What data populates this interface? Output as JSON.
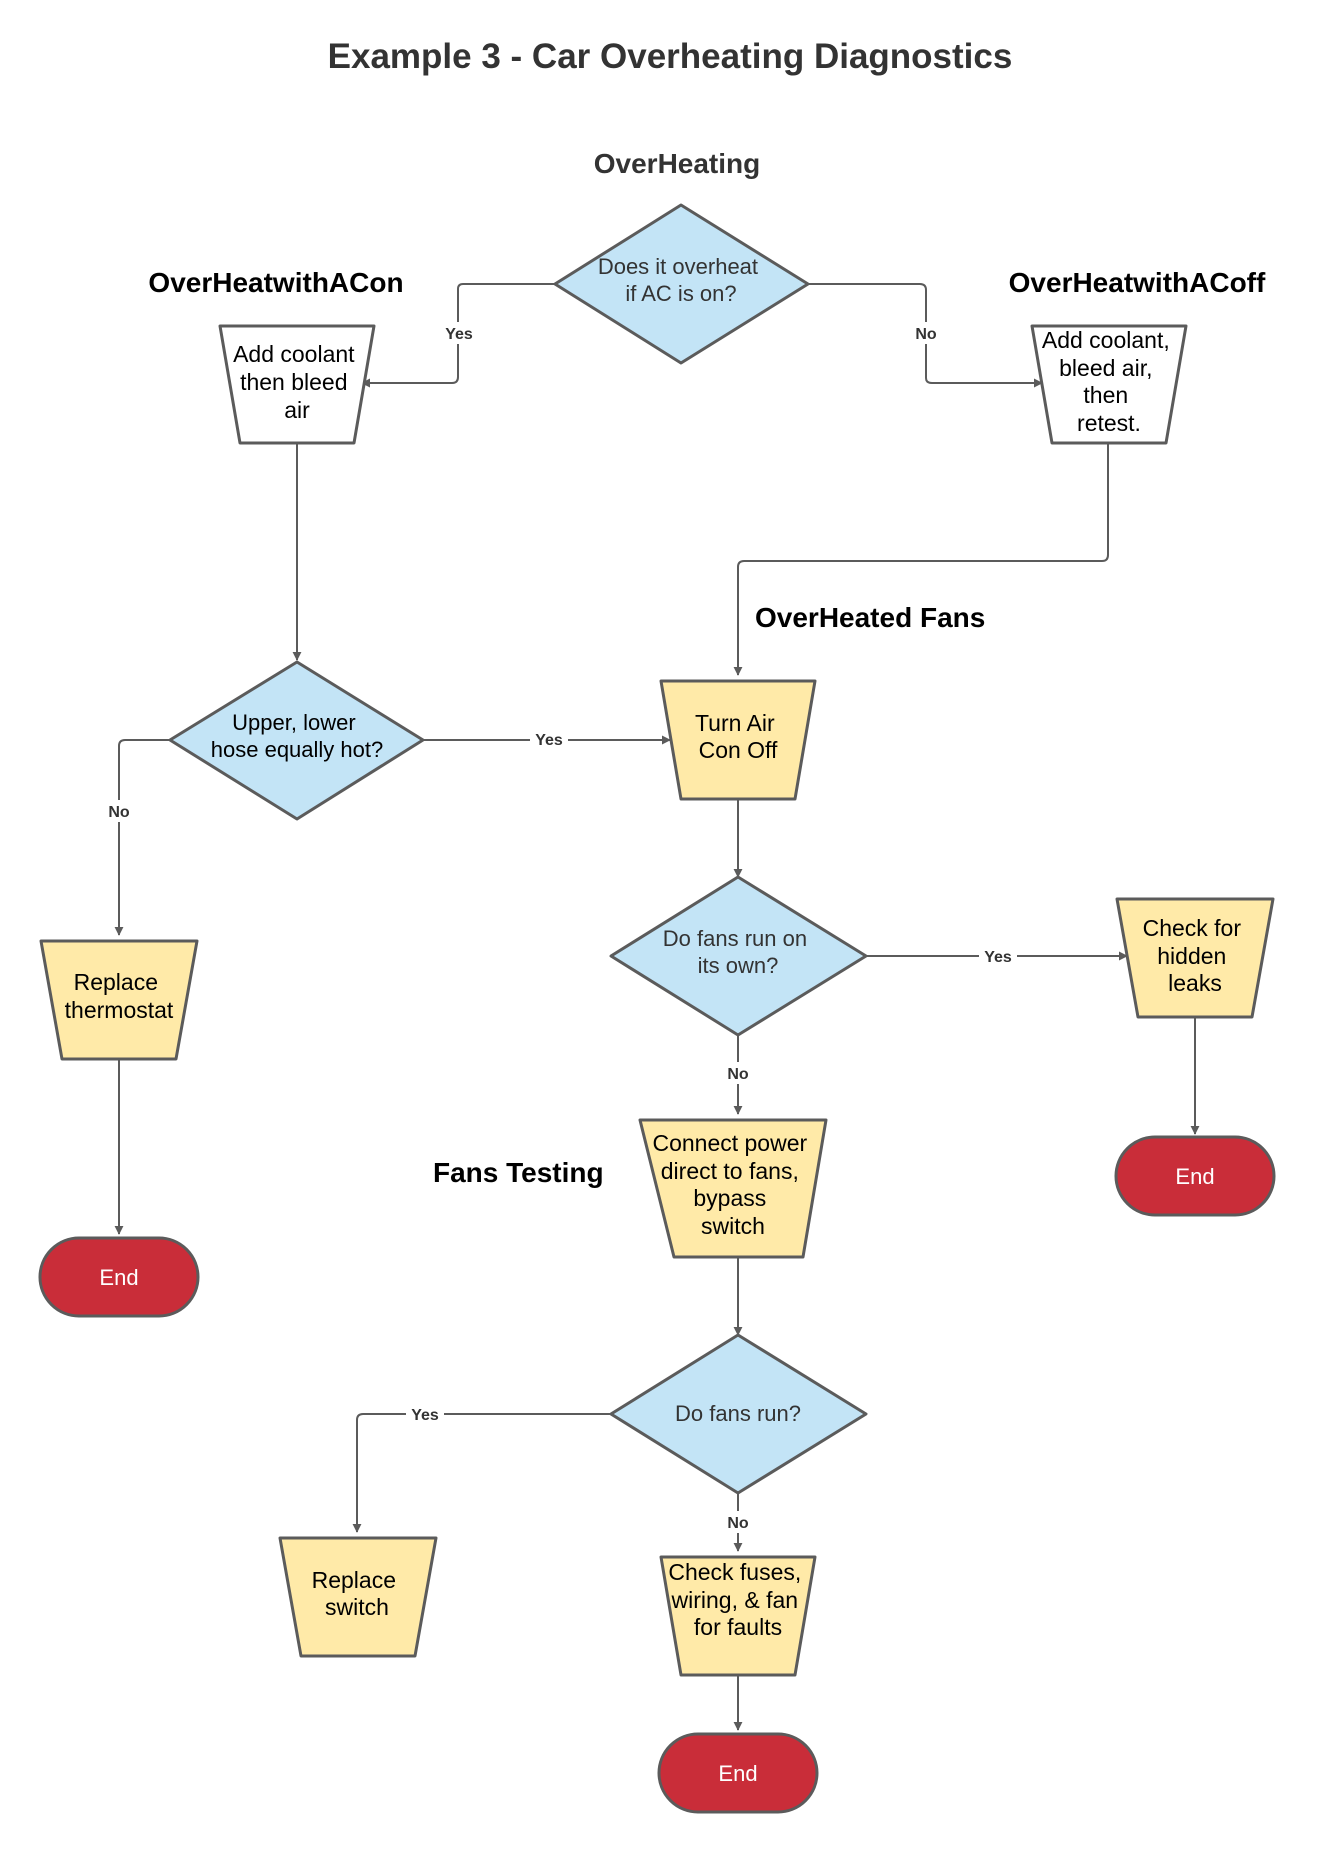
{
  "title": "Example 3 - Car Overheating Diagnostics",
  "headings": {
    "overheating": "OverHeating",
    "ac_on": "OverHeatwithACon",
    "ac_off": "OverHeatwithACoff",
    "fans": "OverHeated Fans",
    "fans_testing": "Fans Testing"
  },
  "nodes": {
    "q_ac": [
      "Does it overheat",
      "if AC is on?"
    ],
    "p_ac_on": [
      "Add coolant",
      "then bleed",
      "air"
    ],
    "p_ac_off": [
      "Add coolant,",
      "bleed air,",
      "then",
      "retest."
    ],
    "q_hose": [
      "Upper, lower",
      "hose equally hot?"
    ],
    "p_turn_ac": [
      "Turn Air",
      "Con Off"
    ],
    "p_thermostat": [
      "Replace",
      "thermostat"
    ],
    "q_fans_own": [
      "Do fans run on",
      "its own?"
    ],
    "p_leaks": [
      "Check for",
      "hidden",
      "leaks"
    ],
    "p_power": [
      "Connect power",
      "direct to fans,",
      "bypass",
      "switch"
    ],
    "q_fans_run": [
      "Do fans run?"
    ],
    "p_switch": [
      "Replace",
      "switch"
    ],
    "p_fuses": [
      "Check fuses,",
      "wiring, & fan",
      "for faults"
    ],
    "end_left": "End",
    "end_right": "End",
    "end_bottom": "End"
  },
  "edge_labels": {
    "ac_yes": "Yes",
    "ac_no": "No",
    "hose_yes": "Yes",
    "hose_no": "No",
    "own_yes": "Yes",
    "own_no": "No",
    "run_yes": "Yes",
    "run_no": "No"
  },
  "colors": {
    "decision_fill": "#c3e4f6",
    "process_fill": "#ffeaa8",
    "terminal_fill": "#c92d39",
    "outline": "#5b5b5b"
  }
}
